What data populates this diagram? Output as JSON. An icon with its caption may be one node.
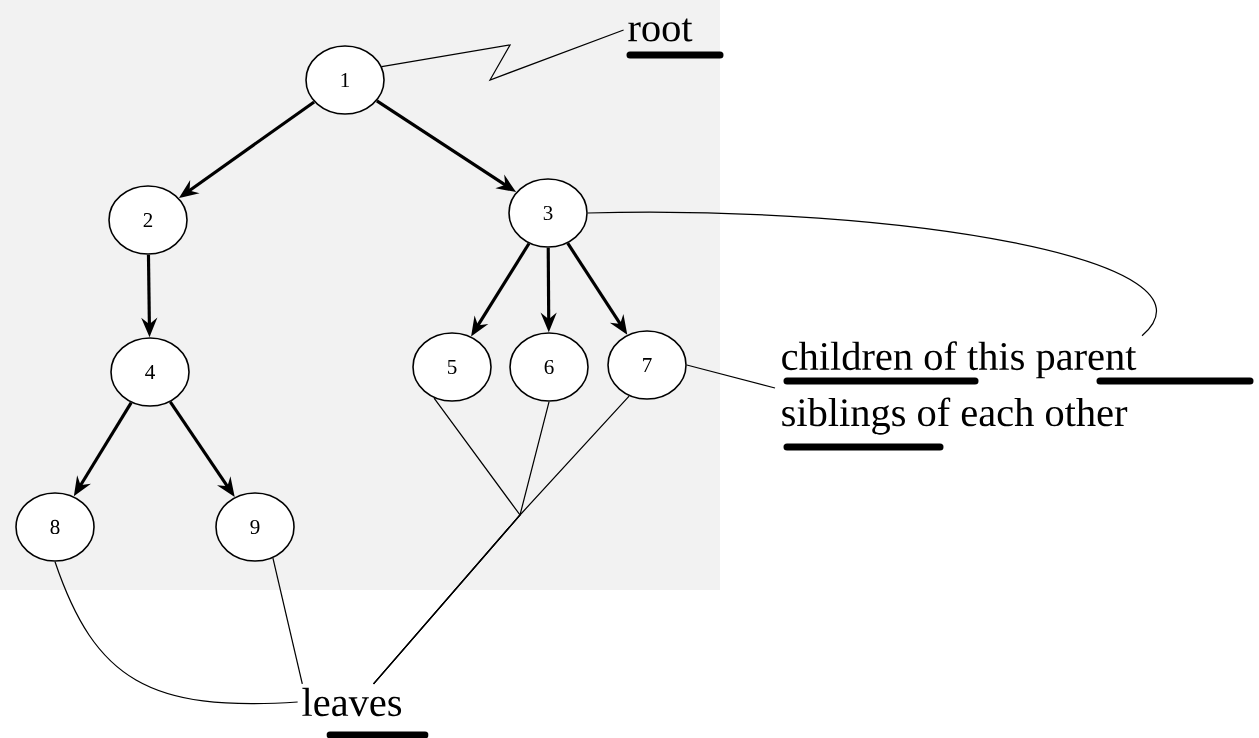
{
  "diagram": {
    "nodes": [
      {
        "text": [
          "1"
        ]
      },
      {
        "text": [
          "2"
        ]
      },
      {
        "text": [
          "3"
        ]
      },
      {
        "text": [
          "4"
        ]
      },
      {
        "text": [
          "5"
        ]
      },
      {
        "text": [
          "6"
        ]
      },
      {
        "text": [
          "7"
        ]
      },
      {
        "text": [
          "8"
        ]
      },
      {
        "text": [
          "9"
        ]
      },
      {
        "text": [
          "root"
        ]
      },
      {
        "text": [
          "leaves"
        ]
      },
      {
        "text": [
          "children of this parent",
          "siblings of each other"
        ]
      }
    ],
    "edges": [
      {
        "from": 0,
        "to": 1,
        "arrow": "to",
        "style": "thick"
      },
      {
        "from": 0,
        "to": 2,
        "arrow": "to",
        "style": "thick"
      },
      {
        "from": 1,
        "to": 3,
        "arrow": "to",
        "style": "thick"
      },
      {
        "from": 2,
        "to": 4,
        "arrow": "to",
        "style": "thick"
      },
      {
        "from": 2,
        "to": 5,
        "arrow": "to",
        "style": "thick"
      },
      {
        "from": 2,
        "to": 6,
        "arrow": "to",
        "style": "thick"
      },
      {
        "from": 3,
        "to": 7,
        "arrow": "to",
        "style": "thick"
      },
      {
        "from": 3,
        "to": 8,
        "arrow": "to",
        "style": "thick"
      },
      {
        "from": 9,
        "to": 0,
        "arrow": "none"
      },
      {
        "from": 10,
        "to": 7,
        "arrow": "none"
      },
      {
        "from": 10,
        "to": 8,
        "arrow": "none"
      },
      {
        "from": 10,
        "to": 4,
        "arrow": "none"
      },
      {
        "from": 10,
        "to": 5,
        "arrow": "none"
      },
      {
        "from": 10,
        "to": 6,
        "arrow": "none"
      },
      {
        "from": 11,
        "to": 2,
        "arrow": "none"
      },
      {
        "from": 11,
        "to": 6,
        "arrow": "none"
      }
    ]
  }
}
